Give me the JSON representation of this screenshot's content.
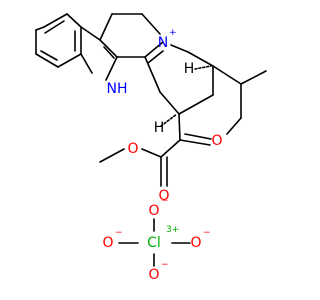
{
  "atoms": {
    "nh": "NH",
    "n": "N",
    "n_charge": "+",
    "o_ring": "O",
    "o_carbonyl": "O",
    "o_ester": "O",
    "h_upper": "H",
    "h_lower": "H",
    "cl": "Cl",
    "cl_charge": "3+",
    "o_top": "O",
    "o_left": "O",
    "o_right": "O",
    "o_bottom": "O",
    "o_minus": "−"
  },
  "colors": {
    "bond": "#000000",
    "hetero_n": "#0000ff",
    "hetero_o": "#ff0000",
    "halogen_cl": "#00b000",
    "text": "#000000"
  }
}
